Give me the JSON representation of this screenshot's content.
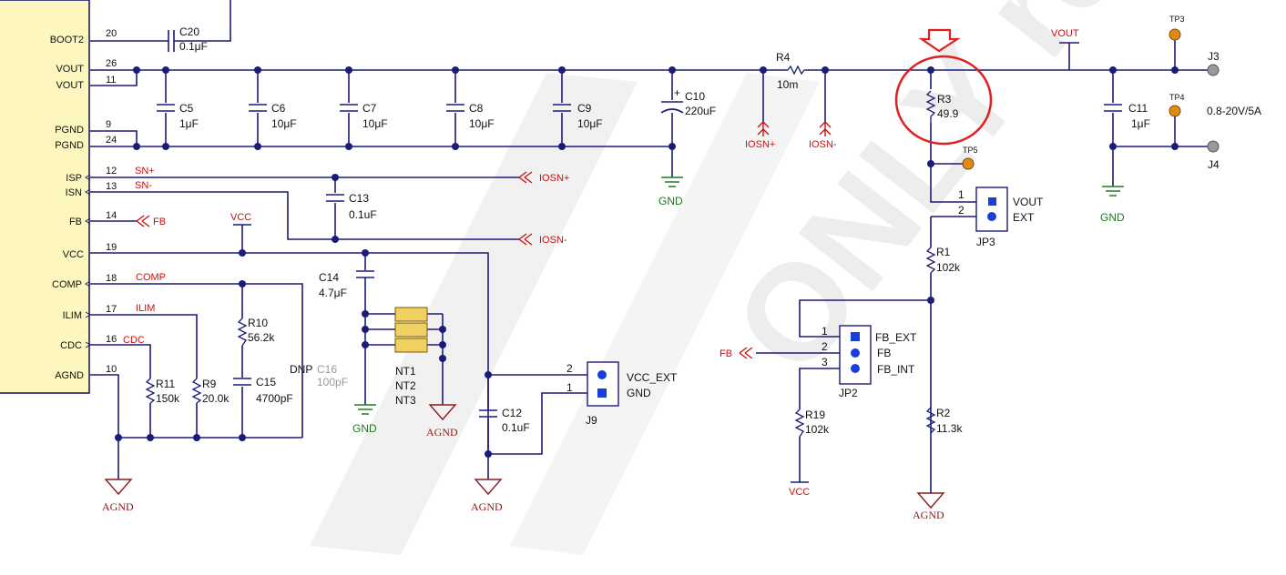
{
  "ic": {
    "pins": [
      {
        "name": "BOOT2",
        "num": "20"
      },
      {
        "name": "VOUT",
        "num": "26"
      },
      {
        "name": "VOUT",
        "num": "11"
      },
      {
        "name": "PGND",
        "num": "9"
      },
      {
        "name": "PGND",
        "num": "24"
      },
      {
        "name": "ISP",
        "num": "12"
      },
      {
        "name": "ISN",
        "num": "13"
      },
      {
        "name": "FB",
        "num": "14"
      },
      {
        "name": "VCC",
        "num": "19"
      },
      {
        "name": "COMP",
        "num": "18"
      },
      {
        "name": "ILIM",
        "num": "17"
      },
      {
        "name": "CDC",
        "num": "16"
      },
      {
        "name": "AGND",
        "num": "10"
      }
    ]
  },
  "nets": {
    "sn_plus": "SN+",
    "sn_minus": "SN-",
    "comp": "COMP",
    "ilim": "ILIM",
    "cdc": "CDC",
    "vcc": "VCC",
    "vout": "VOUT",
    "gnd": "GND",
    "agnd": "AGND",
    "fb": "FB",
    "iosn_plus": "IOSN+",
    "iosn_minus": "IOSN-"
  },
  "components": {
    "C20": {
      "ref": "C20",
      "val": "0.1μF"
    },
    "C5": {
      "ref": "C5",
      "val": "1μF"
    },
    "C6": {
      "ref": "C6",
      "val": "10μF"
    },
    "C7": {
      "ref": "C7",
      "val": "10μF"
    },
    "C8": {
      "ref": "C8",
      "val": "10μF"
    },
    "C9": {
      "ref": "C9",
      "val": "10μF"
    },
    "C10": {
      "ref": "C10",
      "val": "220uF"
    },
    "R4": {
      "ref": "R4",
      "val": "10m"
    },
    "R3": {
      "ref": "R3",
      "val": "49.9"
    },
    "C11": {
      "ref": "C11",
      "val": "1μF"
    },
    "C13": {
      "ref": "C13",
      "val": "0.1uF"
    },
    "C14": {
      "ref": "C14",
      "val": "4.7μF"
    },
    "R10": {
      "ref": "R10",
      "val": "56.2k"
    },
    "C15": {
      "ref": "C15",
      "val": "4700pF"
    },
    "C16": {
      "ref": "C16",
      "val": "100pF",
      "dnp": "DNP"
    },
    "R11": {
      "ref": "R11",
      "val": "150k"
    },
    "R9": {
      "ref": "R9",
      "val": "20.0k"
    },
    "C12": {
      "ref": "C12",
      "val": "0.1uF"
    },
    "R1": {
      "ref": "R1",
      "val": "102k"
    },
    "R2": {
      "ref": "R2",
      "val": "11.3k"
    },
    "R19": {
      "ref": "R19",
      "val": "102k"
    },
    "NT": [
      "NT1",
      "NT2",
      "NT3"
    ]
  },
  "connectors": {
    "JP3": {
      "ref": "JP3",
      "pin1": "1",
      "pin2": "2",
      "label1": "VOUT",
      "label2": "EXT"
    },
    "J9": {
      "ref": "J9",
      "pin1": "1",
      "pin2": "2",
      "label1": "GND",
      "label2": "VCC_EXT"
    },
    "JP2": {
      "ref": "JP2",
      "pin1": "1",
      "pin2": "2",
      "pin3": "3",
      "label1": "FB_EXT",
      "label2": "FB",
      "label3": "FB_INT"
    },
    "J3": "J3",
    "J4": "J4",
    "output_rating": "0.8-20V/5A"
  },
  "testpoints": [
    "TP3",
    "TP4",
    "TP5"
  ],
  "watermark": "ONLY restrictions",
  "colors": {
    "wire": "#1b1b7a",
    "net_flag": "#cc1111",
    "gnd": "#1f7a1f",
    "agnd": "#8b1a1a",
    "testpoint": "#e08b17",
    "ic_fill": "#fdf7bf",
    "highlight": "#e02020"
  }
}
